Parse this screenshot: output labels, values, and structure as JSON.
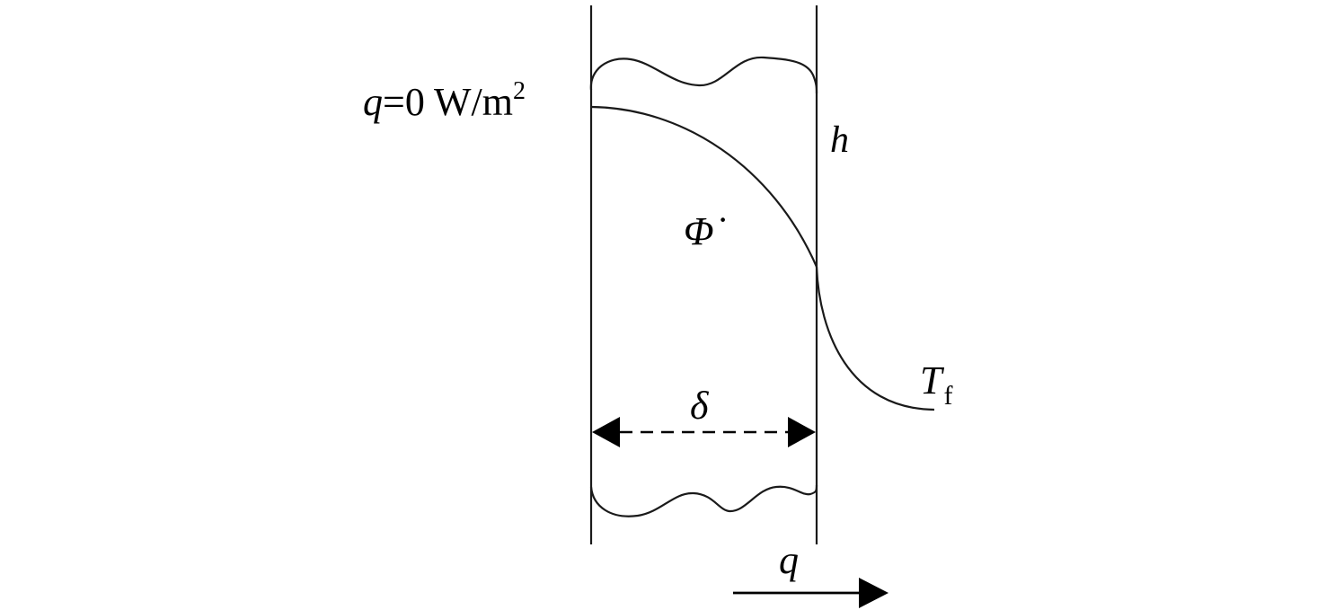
{
  "labels": {
    "left_boundary": {
      "symbol": "q",
      "equals_text": "=0 W/m",
      "exponent": "2"
    },
    "convection_coefficient": "h",
    "heat_generation": "Φ̇",
    "fluid_temperature": {
      "symbol": "T",
      "subscript": "f"
    },
    "thickness": "δ",
    "heat_flux": "q"
  },
  "colors": {
    "ink": "#000000",
    "background": "#ffffff"
  }
}
